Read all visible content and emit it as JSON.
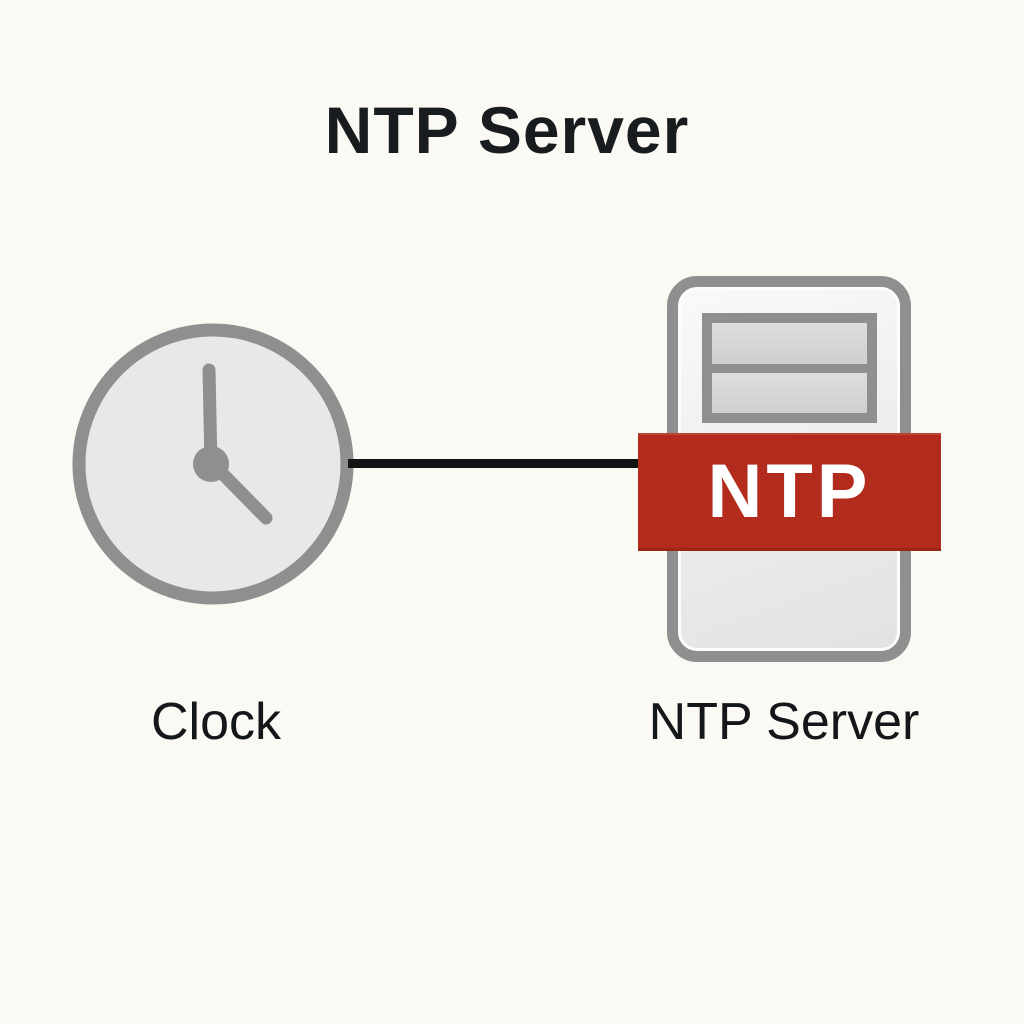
{
  "title": "NTP Server",
  "colors": {
    "background": "#fbf9f3",
    "accent_red": "#b32b1c",
    "icon_gray": "#8f8f8f",
    "icon_face_gray": "#e8e8e8",
    "edge_black": "#141414",
    "text_dark": "#191c1e",
    "banner_text_white": "#ffffff"
  },
  "diagram": {
    "nodes": [
      {
        "id": "clock",
        "label": "Clock",
        "icon": "clock-icon"
      },
      {
        "id": "ntp-server",
        "label": "NTP Server",
        "icon": "server-tower-icon",
        "badge": "NTP"
      }
    ],
    "edges": [
      {
        "from": "clock",
        "to": "ntp-server",
        "style": "solid-black"
      }
    ]
  }
}
